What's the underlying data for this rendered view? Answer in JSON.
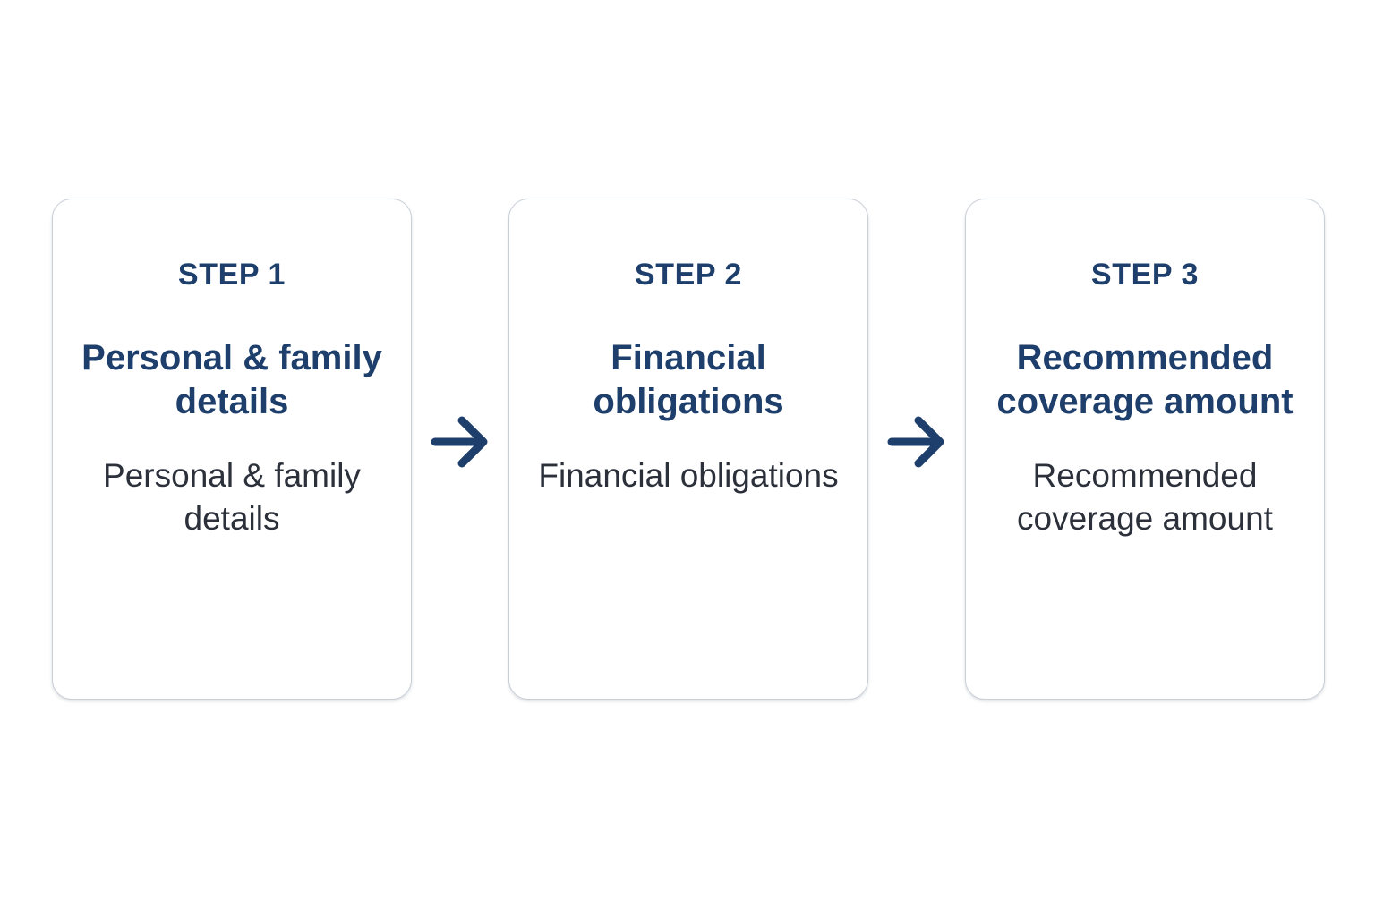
{
  "background_color": "#ffffff",
  "accent_color": "#1e3f6b",
  "body_text_color": "#2b303a",
  "card_border_color": "#c9ced7",
  "diagram": {
    "type": "process-flow",
    "orientation": "horizontal",
    "connector_icon": "arrow-right-icon",
    "steps": [
      {
        "label": "STEP 1",
        "heading": "Personal & family details",
        "body": "Personal & family details"
      },
      {
        "label": "STEP 2",
        "heading": "Financial obligations",
        "body": "Financial obligations"
      },
      {
        "label": "STEP 3",
        "heading": "Recommended coverage amount",
        "body": "Recommended coverage amount"
      }
    ],
    "connectors": [
      {
        "icon": "arrow-right-icon",
        "from": "STEP 1",
        "to": "STEP 2"
      },
      {
        "icon": "arrow-right-icon",
        "from": "STEP 2",
        "to": "STEP 3"
      }
    ]
  }
}
